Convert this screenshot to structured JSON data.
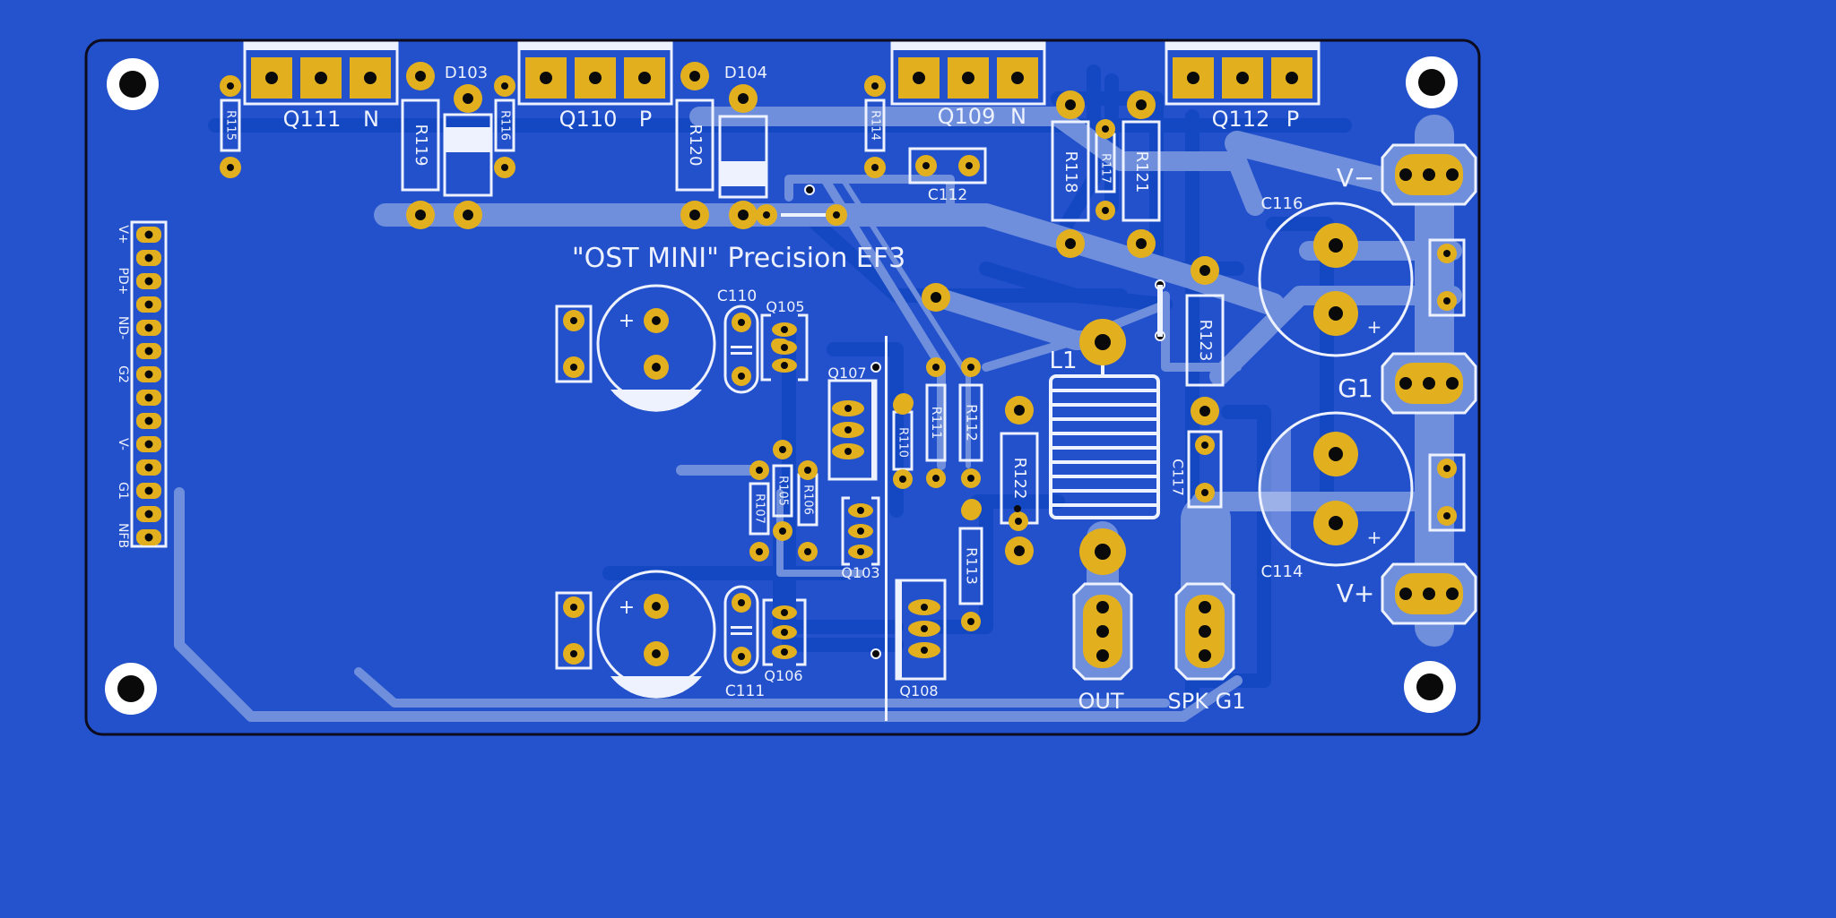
{
  "board": {
    "title": "\"OST MINI\"  Precision EF3",
    "colors": {
      "background": "#2453cd",
      "board": "#2350cb",
      "trace": "#1448c2",
      "pour": "#6f8fdc",
      "silk": "#eef2ff",
      "pad": "#e2b01f",
      "drill": "#0a0a0a"
    }
  },
  "transistors": [
    {
      "ref": "Q111",
      "type": "N"
    },
    {
      "ref": "Q110",
      "type": "P"
    },
    {
      "ref": "Q109",
      "type": "N"
    },
    {
      "ref": "Q112",
      "type": "P"
    }
  ],
  "diodes": [
    "D103",
    "D104"
  ],
  "resistors": [
    "R115",
    "R119",
    "R116",
    "R120",
    "R114",
    "R118",
    "R117",
    "R121",
    "R123",
    "R111",
    "R112",
    "R110",
    "R122",
    "R105",
    "R106",
    "R107",
    "R113"
  ],
  "capacitors": [
    "C112",
    "C110",
    "C111",
    "C116",
    "C117",
    "C114"
  ],
  "small_transistors": [
    "Q105",
    "Q107",
    "Q103",
    "Q106",
    "Q108"
  ],
  "inductor": "L1",
  "header": {
    "labels": [
      "V+",
      "PD+",
      "ND-",
      "G2",
      "V-",
      "G1",
      "NFB"
    ]
  },
  "power_labels": [
    "V−",
    "G1",
    "V+"
  ],
  "outputs": [
    "OUT",
    "SPK G1"
  ],
  "polarity": "+"
}
